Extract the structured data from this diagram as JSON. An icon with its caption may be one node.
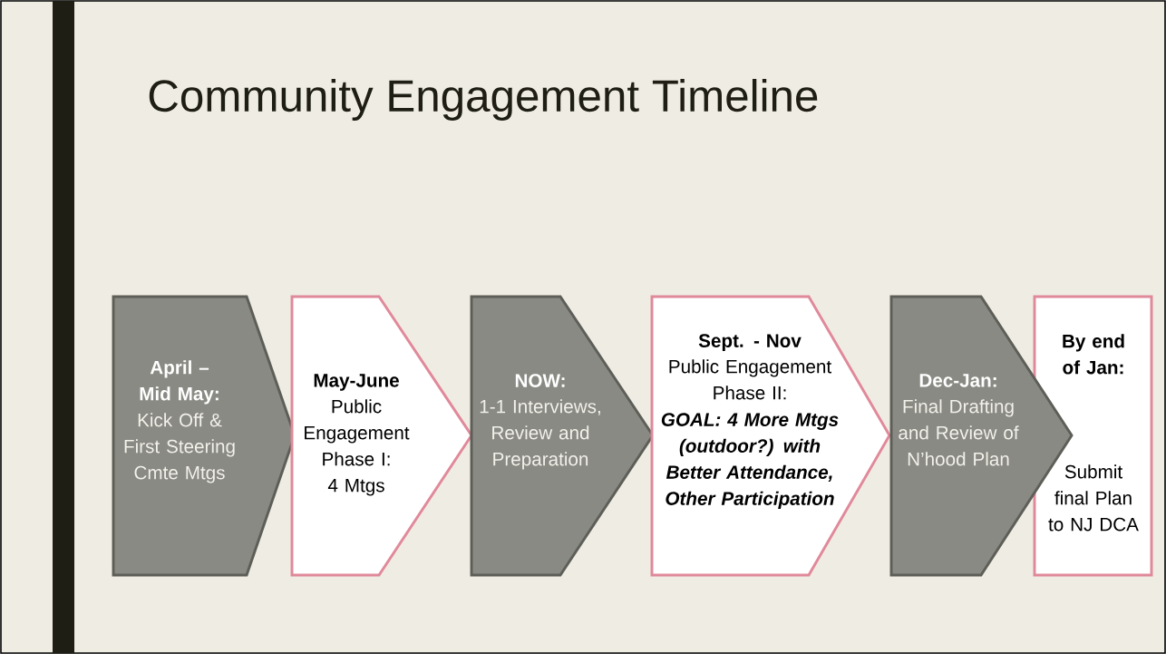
{
  "diagram": {
    "title": "Community Engagement Timeline",
    "nodes": [
      {
        "text": [
          "April – Mid May:",
          "Kick Off & First Steering Cmte Mtgs"
        ]
      },
      {
        "text": [
          "May-June",
          "Public Engagement Phase I: 4 Mtgs"
        ]
      },
      {
        "text": [
          "NOW:",
          "1-1 Interviews, Review and Preparation"
        ]
      },
      {
        "text": [
          "Sept. - Nov",
          "Public Engagement Phase II:",
          "GOAL: 4 More Mtgs (outdoor?) with Better Attendance, Other Participation"
        ]
      },
      {
        "text": [
          "Dec-Jan:",
          "Final Drafting and Review of N’hood Plan"
        ]
      },
      {
        "text": [
          "By end of Jan:",
          "Submit final Plan to NJ DCA"
        ]
      }
    ]
  }
}
